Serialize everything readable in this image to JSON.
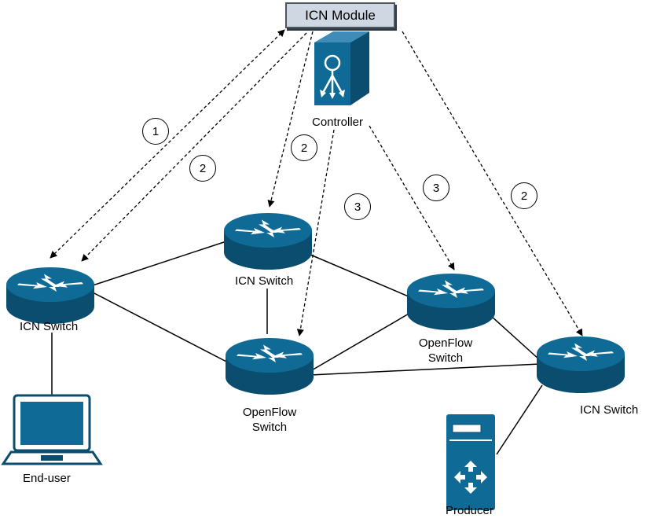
{
  "diagram": {
    "module_label": "ICN Module",
    "controller_label": "Controller",
    "nodes": {
      "icn_left": "ICN Switch",
      "icn_center": "ICN Switch",
      "icn_right": "ICN Switch",
      "openflow_right_line1": "OpenFlow",
      "openflow_right_line2": "Switch",
      "openflow_center_line1": "OpenFlow",
      "openflow_center_line2": "Switch",
      "end_user": "End-user",
      "producer": "Producer"
    },
    "steps": {
      "s1": "1",
      "s2_left": "2",
      "s2_center": "2",
      "s2_right": "2",
      "s3_center": "3",
      "s3_right": "3"
    },
    "colors": {
      "device_blue": "#0f6b96",
      "device_dark": "#0a4d6e",
      "module_fill": "#cfd8e2",
      "link": "#000000"
    }
  }
}
